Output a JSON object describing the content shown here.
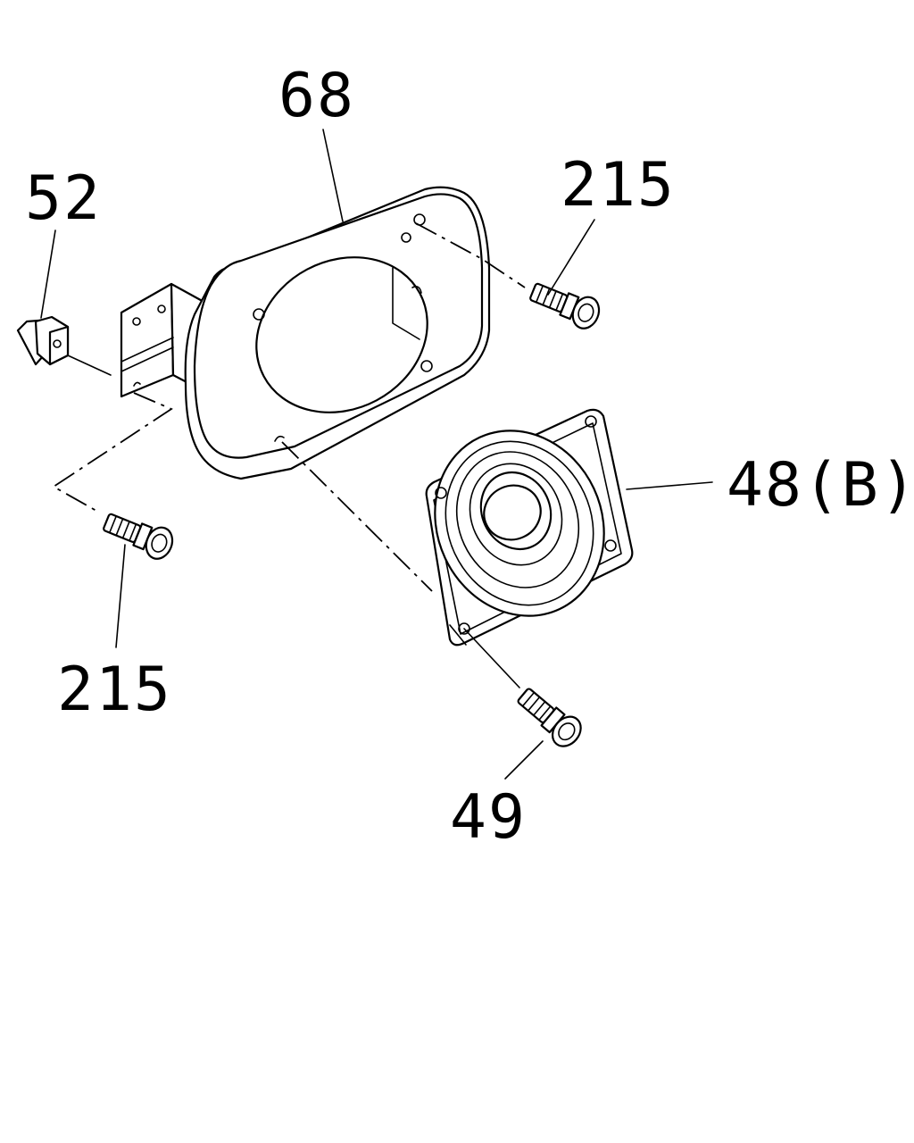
{
  "diagram": {
    "callouts": {
      "bracket_ring": "68",
      "clip": "52",
      "screw_upper_right": "215",
      "screw_left": "215",
      "speaker": "48(B)",
      "speaker_screw": "49"
    }
  }
}
